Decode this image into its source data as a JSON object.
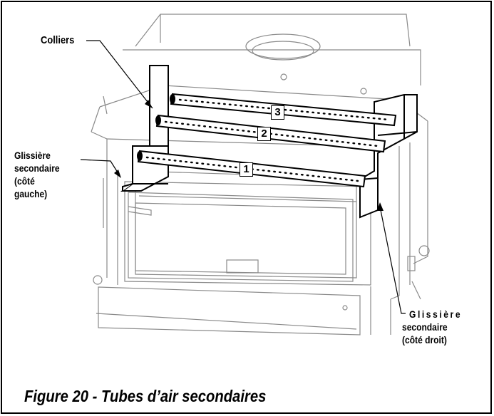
{
  "figure": {
    "caption": "Figure 20 - Tubes d’air secondaires"
  },
  "labels": {
    "colliers": "Colliers",
    "left_rail": [
      "Glissière",
      "secondaire",
      "(côté",
      "gauche)"
    ],
    "right_rail": [
      "Glissière",
      "secondaire",
      "(côté droit)"
    ]
  },
  "tubes": [
    {
      "number": "1"
    },
    {
      "number": "2"
    },
    {
      "number": "3"
    }
  ]
}
